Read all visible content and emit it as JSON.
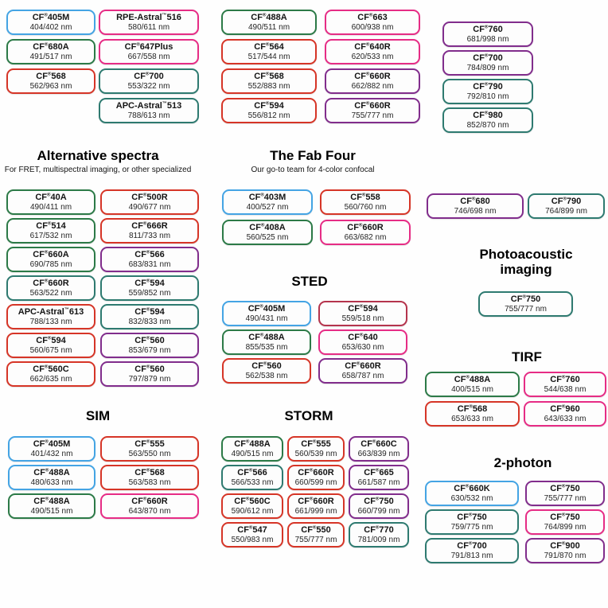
{
  "colors": {
    "blue": "#44a4e4",
    "green": "#2c7a47",
    "red": "#d63527",
    "pink": "#e62c85",
    "teal": "#2e7a70",
    "purple": "#812d8c",
    "crimson": "#b5344d"
  },
  "headers": {
    "alt": {
      "title": "Alternative spectra",
      "subtitle": "For FRET, multispectral imaging, or other specialized"
    },
    "fab": {
      "title": "The Fab Four",
      "subtitle": "Our go-to team for 4-color confocal"
    },
    "sted": {
      "title": "STED"
    },
    "sim": {
      "title": "SIM"
    },
    "storm": {
      "title": "STORM"
    },
    "pa": {
      "title": "Photoacoustic imaging"
    },
    "tirf": {
      "title": "TIRF"
    },
    "twophoton": {
      "title": "2-photon"
    }
  },
  "groups": {
    "top1": {
      "pills": [
        {
          "name": "CF®405M",
          "range": "404/402 nm",
          "color": "blue"
        },
        {
          "name": "CF®680A",
          "range": "491/517 nm",
          "color": "green"
        },
        {
          "name": "CF®568",
          "range": "562/963 nm",
          "color": "red"
        }
      ]
    },
    "top2": {
      "pills": [
        {
          "name": "RPE-Astral™516",
          "range": "580/611 nm",
          "color": "pink"
        },
        {
          "name": "CF®647Plus",
          "range": "667/558 nm",
          "color": "pink"
        },
        {
          "name": "CF®700",
          "range": "553/322 nm",
          "color": "teal"
        },
        {
          "name": "APC-Astral™513",
          "range": "788/613 nm",
          "color": "teal"
        }
      ]
    },
    "top3": {
      "pills": [
        {
          "name": "CF®488A",
          "range": "490/511 nm",
          "color": "green"
        },
        {
          "name": "CF®564",
          "range": "517/544 nm",
          "color": "red"
        },
        {
          "name": "CF®568",
          "range": "552/883 nm",
          "color": "red"
        },
        {
          "name": "CF®594",
          "range": "556/812 nm",
          "color": "red"
        }
      ]
    },
    "top4": {
      "pills": [
        {
          "name": "CF®663",
          "range": "600/938 nm",
          "color": "pink"
        },
        {
          "name": "CF®640R",
          "range": "620/533 nm",
          "color": "pink"
        },
        {
          "name": "CF®660R",
          "range": "662/882 nm",
          "color": "purple"
        },
        {
          "name": "CF®660R",
          "range": "755/777 nm",
          "color": "purple"
        }
      ]
    },
    "top5": {
      "pills": [
        {
          "name": "CF®760",
          "range": "681/998 nm",
          "color": "purple"
        },
        {
          "name": "CF®700",
          "range": "784/809 nm",
          "color": "purple"
        },
        {
          "name": "CF®790",
          "range": "792/810 nm",
          "color": "teal"
        },
        {
          "name": "CF®980",
          "range": "852/870 nm",
          "color": "teal"
        }
      ]
    },
    "altLeft": {
      "pills": [
        {
          "name": "CF®40A",
          "range": "490/411 nm",
          "color": "green"
        },
        {
          "name": "CF®514",
          "range": "617/532 nm",
          "color": "green"
        },
        {
          "name": "CF®660A",
          "range": "690/785 nm",
          "color": "green"
        },
        {
          "name": "CF®660R",
          "range": "563/522 nm",
          "color": "teal"
        },
        {
          "name": "APC-Astral™613",
          "range": "788/133 nm",
          "color": "red"
        },
        {
          "name": "CF®594",
          "range": "560/675 nm",
          "color": "red"
        },
        {
          "name": "CF®560C",
          "range": "662/635 nm",
          "color": "red"
        }
      ]
    },
    "altRight": {
      "pills": [
        {
          "name": "CF®500R",
          "range": "490/677 nm",
          "color": "red"
        },
        {
          "name": "CF®666R",
          "range": "811/733 nm",
          "color": "red"
        },
        {
          "name": "CF®566",
          "range": "683/831 nm",
          "color": "purple"
        },
        {
          "name": "CF®594",
          "range": "559/852 nm",
          "color": "teal"
        },
        {
          "name": "CF®594",
          "range": "832/833 nm",
          "color": "teal"
        },
        {
          "name": "CF®560",
          "range": "853/679 nm",
          "color": "purple"
        },
        {
          "name": "CF®560",
          "range": "797/879 nm",
          "color": "purple"
        }
      ]
    },
    "fabLeft": {
      "pills": [
        {
          "name": "CF®403M",
          "range": "400/527 nm",
          "color": "blue"
        },
        {
          "name": "CF®408A",
          "range": "560/525 nm",
          "color": "green"
        }
      ]
    },
    "fabRight": {
      "pills": [
        {
          "name": "CF®558",
          "range": "560/760 nm",
          "color": "red"
        },
        {
          "name": "CF®660R",
          "range": "663/682 nm",
          "color": "pink"
        }
      ]
    },
    "stedLeft": {
      "pills": [
        {
          "name": "CF®405M",
          "range": "490/431 nm",
          "color": "blue"
        },
        {
          "name": "CF®488A",
          "range": "855/535 nm",
          "color": "green"
        },
        {
          "name": "CF®560",
          "range": "562/538 nm",
          "color": "red"
        }
      ]
    },
    "stedRight": {
      "pills": [
        {
          "name": "CF®594",
          "range": "559/518 nm",
          "color": "crimson"
        },
        {
          "name": "CF®640",
          "range": "653/630 nm",
          "color": "pink"
        },
        {
          "name": "CF®660R",
          "range": "658/787 nm",
          "color": "purple"
        }
      ]
    },
    "simLeft": {
      "pills": [
        {
          "name": "CF®405M",
          "range": "401/432 nm",
          "color": "blue"
        },
        {
          "name": "CF®488A",
          "range": "480/633 nm",
          "color": "blue"
        },
        {
          "name": "CF®488A",
          "range": "490/515 nm",
          "color": "green"
        }
      ]
    },
    "simRight": {
      "pills": [
        {
          "name": "CF®555",
          "range": "563/550 nm",
          "color": "red"
        },
        {
          "name": "CF®568",
          "range": "563/583 nm",
          "color": "red"
        },
        {
          "name": "CF®660R",
          "range": "643/870 nm",
          "color": "pink"
        }
      ]
    },
    "stormC1": {
      "pills": [
        {
          "name": "CF®488A",
          "range": "490/515 nm",
          "color": "green"
        },
        {
          "name": "CF®566",
          "range": "566/533 nm",
          "color": "teal"
        },
        {
          "name": "CF®560C",
          "range": "590/612 nm",
          "color": "red"
        },
        {
          "name": "CF®547",
          "range": "550/983 nm",
          "color": "red"
        }
      ]
    },
    "stormC2": {
      "pills": [
        {
          "name": "CF®555",
          "range": "560/539 nm",
          "color": "red"
        },
        {
          "name": "CF®660R",
          "range": "660/599 nm",
          "color": "red"
        },
        {
          "name": "CF®660R",
          "range": "661/999 nm",
          "color": "red"
        },
        {
          "name": "CF®550",
          "range": "755/777 nm",
          "color": "red"
        }
      ]
    },
    "stormC3": {
      "pills": [
        {
          "name": "CF®660C",
          "range": "663/839 nm",
          "color": "purple"
        },
        {
          "name": "CF®665",
          "range": "661/587 nm",
          "color": "purple"
        },
        {
          "name": "CF®750",
          "range": "660/799 nm",
          "color": "purple"
        },
        {
          "name": "CF®770",
          "range": "781/009 nm",
          "color": "teal"
        }
      ]
    },
    "near680": {
      "pills": [
        {
          "name": "CF®680",
          "range": "746/698 nm",
          "color": "purple"
        }
      ]
    },
    "near790": {
      "pills": [
        {
          "name": "CF®790",
          "range": "764/899 nm",
          "color": "teal"
        }
      ]
    },
    "photoacoustic": {
      "pills": [
        {
          "name": "CF®750",
          "range": "755/777 nm",
          "color": "teal"
        }
      ]
    },
    "tirfLeft": {
      "pills": [
        {
          "name": "CF®488A",
          "range": "400/515 nm",
          "color": "green"
        },
        {
          "name": "CF®568",
          "range": "653/633 nm",
          "color": "red"
        }
      ]
    },
    "tirfRight": {
      "pills": [
        {
          "name": "CF®760",
          "range": "544/638 nm",
          "color": "pink"
        },
        {
          "name": "CF®960",
          "range": "643/633 nm",
          "color": "pink"
        }
      ]
    },
    "twoPhotonLeft": {
      "pills": [
        {
          "name": "CF®660K",
          "range": "630/532 nm",
          "color": "blue"
        },
        {
          "name": "CF®750",
          "range": "759/775 nm",
          "color": "teal"
        },
        {
          "name": "CF®700",
          "range": "791/813 nm",
          "color": "teal"
        }
      ]
    },
    "twoPhotonRight": {
      "pills": [
        {
          "name": "CF®750",
          "range": "755/777 nm",
          "color": "purple"
        },
        {
          "name": "CF®750",
          "range": "764/899 nm",
          "color": "pink"
        },
        {
          "name": "CF®900",
          "range": "791/870 nm",
          "color": "purple"
        }
      ]
    }
  }
}
